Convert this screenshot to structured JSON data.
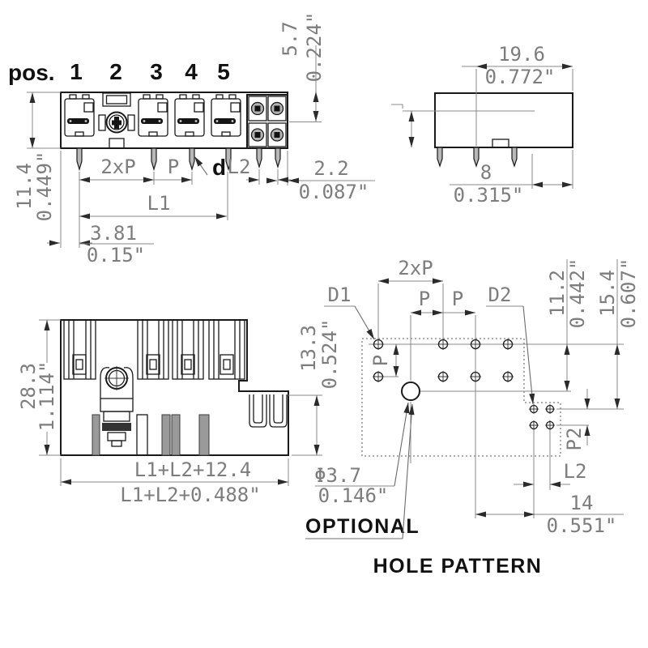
{
  "front_view": {
    "pos": "pos.",
    "p1": "1",
    "p2": "2",
    "p3": "3",
    "p4": "4",
    "p5": "5",
    "d57": "5.7",
    "d57i": "0.224\"",
    "d114": "11.4",
    "d114i": "0.449\"",
    "d2xp": "2xP",
    "dp": "P",
    "dd": "d",
    "dl2": "L2",
    "d22": "2.2",
    "d22i": "0.087\"",
    "dl1": "L1",
    "d381": "3.81",
    "d381i": "0.15\""
  },
  "side_view": {
    "d196": "19.6",
    "d196i": "0.772\"",
    "d8": "8",
    "d8i": "0.315\""
  },
  "bottom_view": {
    "d283": "28.3",
    "d283i": "1.114\"",
    "dtot": "L1+L2+12.4",
    "dtoti": "L1+L2+0.488\""
  },
  "hole_pattern": {
    "title": "HOLE PATTERN",
    "optional": "OPTIONAL",
    "d2xp": "2xP",
    "dpl": "P",
    "dpr": "P",
    "dpv": "P",
    "dd1": "D1",
    "dd2": "D2",
    "d112": "11.2",
    "d112i": "0.442\"",
    "d154": "15.4",
    "d154i": "0.607\"",
    "d133": "13.3",
    "d133i": "0.524\"",
    "dp2": "P2",
    "dl2": "L2",
    "d14": "14",
    "d14i": "0.551\"",
    "dia": "Φ3.7",
    "diai": "0.146\""
  },
  "colors": {
    "line": "#1a1a1a",
    "dim": "#8a8a8a",
    "dim_text": "#7d7d7d",
    "label_text": "#111111",
    "metal": "#b3b3b3"
  }
}
